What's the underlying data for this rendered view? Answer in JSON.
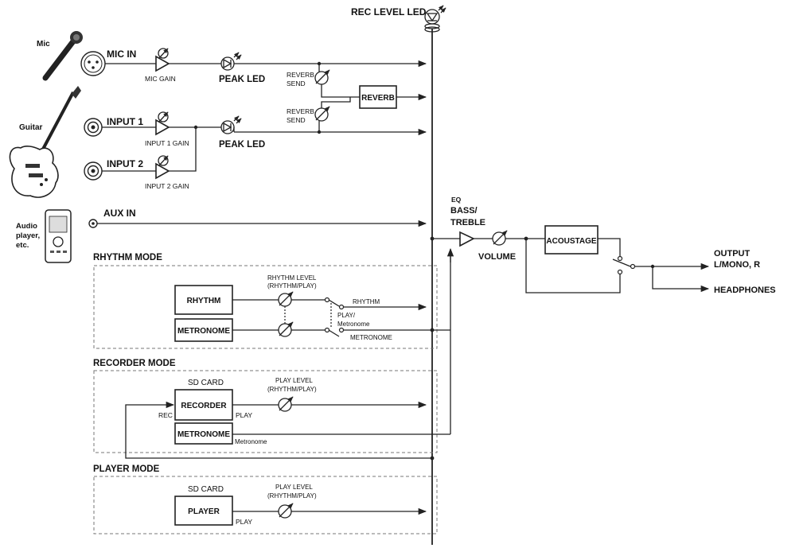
{
  "labels": {
    "rec_level_led": "REC LEVEL LED",
    "mic": "Mic",
    "mic_in": "MIC IN",
    "mic_gain": "MIC GAIN",
    "peak_led_1": "PEAK LED",
    "peak_led_2": "PEAK LED",
    "reverb_send_1a": "REVERB",
    "reverb_send_1b": "SEND",
    "reverb_send_2a": "REVERB",
    "reverb_send_2b": "SEND",
    "reverb": "REVERB",
    "guitar": "Guitar",
    "input1": "INPUT 1",
    "input1_gain": "INPUT 1 GAIN",
    "input2": "INPUT 2",
    "input2_gain": "INPUT 2 GAIN",
    "audio_player_1": "Audio",
    "audio_player_2": "player,",
    "audio_player_3": "etc.",
    "aux_in": "AUX IN",
    "eq": "EQ",
    "bass_treble_1": "BASS/",
    "bass_treble_2": "TREBLE",
    "volume": "VOLUME",
    "acoustage": "ACOUSTAGE",
    "output_1": "OUTPUT",
    "output_2": "L/MONO, R",
    "headphones": "HEADPHONES",
    "rhythm_mode": "RHYTHM MODE",
    "rhythm_box": "RHYTHM",
    "metronome_box": "METRONOME",
    "rhythm_level_1": "RHYTHM LEVEL",
    "rhythm_level_2": "(RHYTHM/PLAY)",
    "rhythm_out": "RHYTHM",
    "play_metronome_1": "PLAY/",
    "play_metronome_2": "Metronome",
    "metronome_out": "METRONOME",
    "recorder_mode": "RECORDER MODE",
    "sd_card_1": "SD CARD",
    "recorder_box": "RECORDER",
    "rec": "REC",
    "play_1": "PLAY",
    "play_level_1a": "PLAY LEVEL",
    "play_level_1b": "(RHYTHM/PLAY)",
    "metronome_box_2": "METRONOME",
    "metronome_small": "Metronome",
    "player_mode": "PLAYER MODE",
    "sd_card_2": "SD CARD",
    "player_box": "PLAYER",
    "play_2": "PLAY",
    "play_level_2a": "PLAY LEVEL",
    "play_level_2b": "(RHYTHM/PLAY)"
  }
}
